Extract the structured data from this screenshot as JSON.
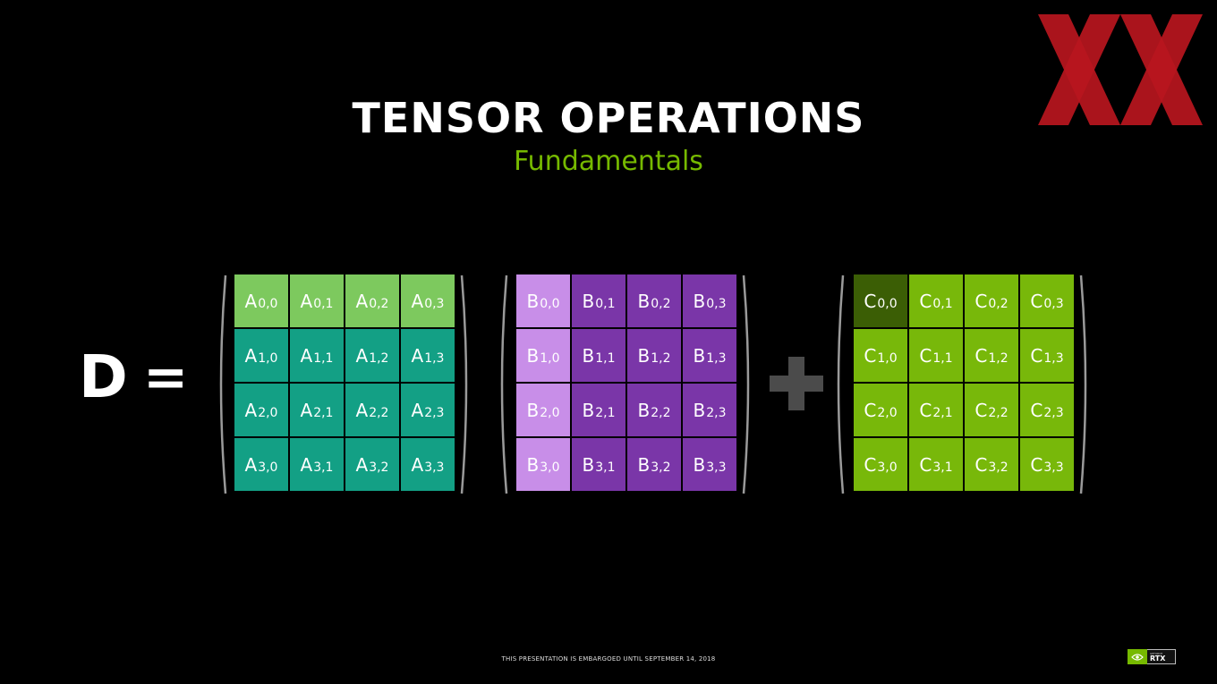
{
  "slide": {
    "title": "TENSOR OPERATIONS",
    "subtitle": "Fundamentals",
    "lhs": "D",
    "equals": "=",
    "footer": "THIS PRESENTATION IS EMBARGOED UNTIL SEPTEMBER 14, 2018",
    "badge_top": "GEFORCE",
    "badge_main": "RTX"
  },
  "colors": {
    "background": "#000000",
    "subtitle": "#76b900",
    "a_row0": "#7dc95e",
    "a_rows": "#13a085",
    "b_col0": "#c88ee8",
    "b_cols": "#7a36a8",
    "c_highlight": "#3b5e05",
    "c_cells": "#78b80a",
    "plus": "#4b4b4b",
    "logo_red": "#b8161e"
  },
  "matrices": [
    {
      "name": "A",
      "cells": [
        [
          "A|0,0",
          "A|0,1",
          "A|0,2",
          "A|0,3"
        ],
        [
          "A|1,0",
          "A|1,1",
          "A|1,2",
          "A|1,3"
        ],
        [
          "A|2,0",
          "A|2,1",
          "A|2,2",
          "A|2,3"
        ],
        [
          "A|3,0",
          "A|3,1",
          "A|3,2",
          "A|3,3"
        ]
      ]
    },
    {
      "name": "B",
      "cells": [
        [
          "B|0,0",
          "B|0,1",
          "B|0,2",
          "B|0,3"
        ],
        [
          "B|1,0",
          "B|1,1",
          "B|1,2",
          "B|1,3"
        ],
        [
          "B|2,0",
          "B|2,1",
          "B|2,2",
          "B|2,3"
        ],
        [
          "B|3,0",
          "B|3,1",
          "B|3,2",
          "B|3,3"
        ]
      ]
    },
    {
      "name": "C",
      "cells": [
        [
          "C|0,0",
          "C|0,1",
          "C|0,2",
          "C|0,3"
        ],
        [
          "C|1,0",
          "C|1,1",
          "C|1,2",
          "C|1,3"
        ],
        [
          "C|2,0",
          "C|2,1",
          "C|2,2",
          "C|2,3"
        ],
        [
          "C|3,0",
          "C|3,1",
          "C|3,2",
          "C|3,3"
        ]
      ]
    }
  ],
  "icons": {
    "operator": "plus-icon",
    "logo": "xx-logo-icon",
    "brand": "nvidia-eye-icon"
  }
}
